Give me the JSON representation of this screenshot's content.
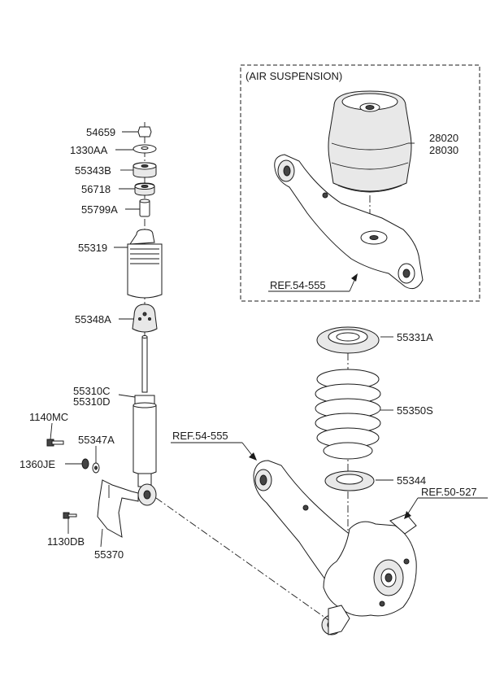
{
  "diagram": {
    "air_suspension_title": "(AIR SUSPENSION)",
    "labels": {
      "p54659": "54659",
      "p1330AA": "1330AA",
      "p55343B": "55343B",
      "p56718": "56718",
      "p55799A": "55799A",
      "p55319": "55319",
      "p55348A": "55348A",
      "p55310C": "55310C",
      "p55310D": "55310D",
      "p1140MC": "1140MC",
      "p55347A": "55347A",
      "p1360JE": "1360JE",
      "p1130DB": "1130DB",
      "p55370": "55370",
      "p28020": "28020",
      "p28030": "28030",
      "ref_air": "REF.54-555",
      "p55331A": "55331A",
      "p55350S": "55350S",
      "ref_arm": "REF.54-555",
      "p55344": "55344",
      "ref_knuckle": "REF.50-527"
    }
  }
}
